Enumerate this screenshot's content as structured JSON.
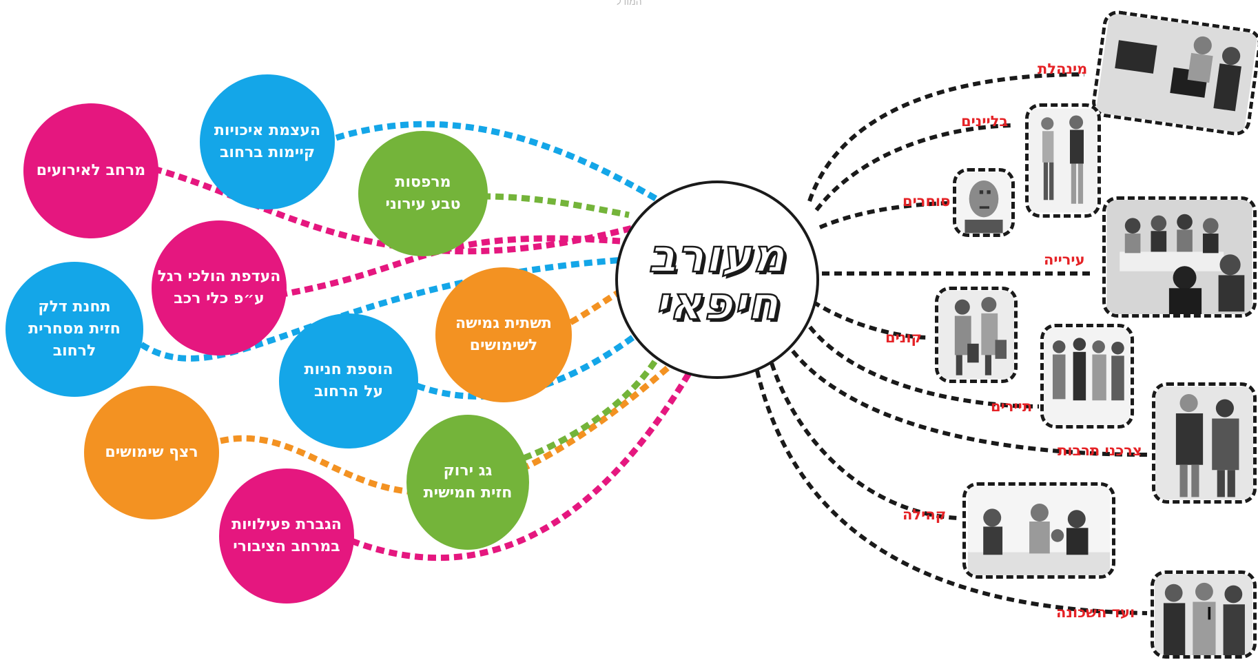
{
  "header": {
    "caption": "המודל"
  },
  "center": {
    "line1": "מעורב",
    "line2": "חיפאי"
  },
  "bubbles": {
    "events_space": "מרחב לאירועים",
    "strengthen_qualities": [
      "העצמת איכויות",
      "קיימות ברחוב"
    ],
    "balconies": [
      "מרפסות",
      "טבע עירוני"
    ],
    "pedestrian_priority": [
      "העדפת הולכי רגל",
      "ע״פ כלי רכב"
    ],
    "gas_station": [
      "תחנת דלק",
      "חזית מסחרית",
      "לרחוב"
    ],
    "accessible_infra": [
      "תשתית גמישה",
      "לשימושים"
    ],
    "add_shops": [
      "הוספת חניות",
      "על הרחוב"
    ],
    "mixed_uses": "רצף שימושים",
    "green_roof": [
      "גג ירוק",
      "חזית חמישית"
    ],
    "public_activity": [
      "הגברת פעילויות",
      "במרחב הציבורי"
    ]
  },
  "stakeholders": {
    "management": "מינהלת",
    "entertainers": "בליינים",
    "merchants": "סוחרים",
    "municipality": "עירייה",
    "shoppers": "קונים",
    "tourists": "תיירים",
    "culture_consumers": "צרכני תרבות",
    "community": "קהילה",
    "neighborhood_committee": "ועד השכונה"
  },
  "colors": {
    "pink": "#e5177f",
    "blue": "#14a6e8",
    "green": "#74b43a",
    "orange": "#f39222",
    "stakeholder_label": "#e52226",
    "dashed_line": "#1a1a1a"
  }
}
